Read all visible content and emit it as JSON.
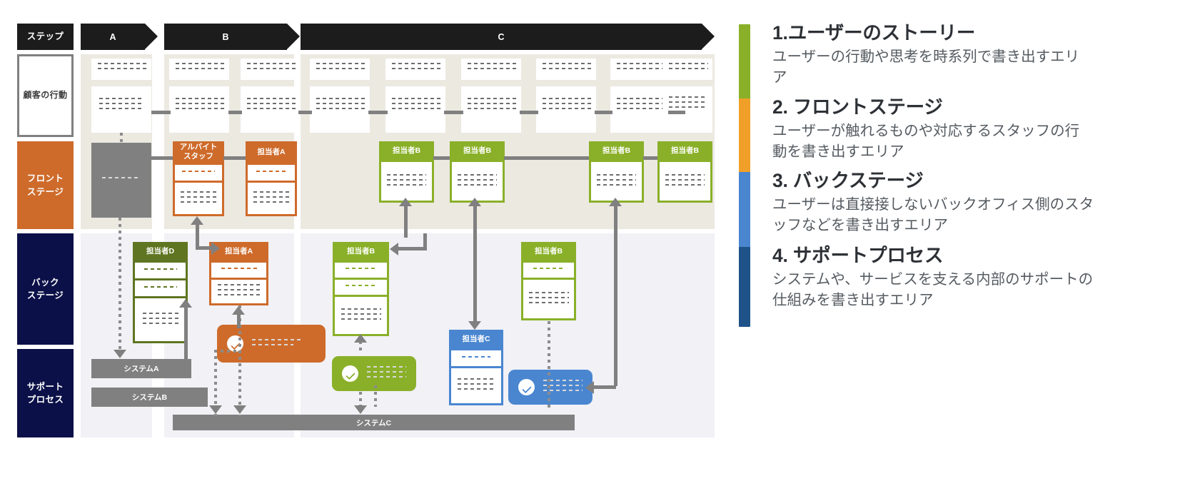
{
  "rows": {
    "step": "ステップ",
    "customer": "顧客の行動",
    "frontstage": "フロント\nステージ",
    "backstage": "バック\nステージ",
    "support": "サポート\nプロセス"
  },
  "row_labels": {
    "step": "ステップ",
    "customer": "顧客の行動",
    "frontstage_l1": "フロント",
    "frontstage_l2": "ステージ",
    "backstage_l1": "バック",
    "backstage_l2": "ステージ",
    "support_l1": "サポート",
    "support_l2": "プロセス"
  },
  "steps": [
    {
      "label": "A"
    },
    {
      "label": "B"
    },
    {
      "label": "C"
    }
  ],
  "frontstage_cards": [
    {
      "title": "アルバイト\nスタッフ",
      "title_l1": "アルバイト",
      "title_l2": "スタッフ",
      "color": "orange"
    },
    {
      "title": "担当者A",
      "color": "orange"
    },
    {
      "title": "担当者B",
      "color": "green"
    },
    {
      "title": "担当者B",
      "color": "green"
    },
    {
      "title": "担当者B",
      "color": "green"
    },
    {
      "title": "担当者B",
      "color": "green"
    }
  ],
  "backstage_cards": [
    {
      "title": "担当者D",
      "color": "olive"
    },
    {
      "title": "担当者A",
      "color": "orange"
    },
    {
      "title": "担当者B",
      "color": "green"
    },
    {
      "title": "担当者B",
      "color": "green"
    },
    {
      "title": "担当者C",
      "color": "blue"
    }
  ],
  "systems": [
    {
      "label": "システムA"
    },
    {
      "label": "システムB"
    },
    {
      "label": "システムC"
    }
  ],
  "legend": [
    {
      "number": "1.",
      "title": "1.ユーザーのストーリー",
      "desc": "ユーザーの行動や思考を時系列で書き出すエリア",
      "color": "#8ab029"
    },
    {
      "number": "2.",
      "title": "2. フロントステージ",
      "desc": "ユーザーが触れるものや対応するスタッフの行動を書き出すエリア",
      "color": "#f0a029"
    },
    {
      "number": "3.",
      "title": "3. バックステージ",
      "desc": "ユーザーは直接接しないバックオフィス側のスタッフなどを書き出すエリア",
      "color": "#4a86d0"
    },
    {
      "number": "4.",
      "title": "4. サポートプロセス",
      "desc": "システムや、サービスを支える内部のサポートの仕組みを書き出すエリア",
      "color": "#1f5289"
    }
  ],
  "colors": {
    "step_bar": "#1c1c1c",
    "frontstage_label": "#ce6b2b",
    "backstage_label": "#0b1048",
    "support_label": "#0b1048",
    "band_warm": "#ece9e1",
    "band_cool": "#f1f1f6",
    "grey": "#808080",
    "orange": "#ce6b2b",
    "green": "#8ab029",
    "olive": "#5f7521",
    "blue": "#4a86d0"
  },
  "icons": {
    "check": "check-circle-icon"
  }
}
